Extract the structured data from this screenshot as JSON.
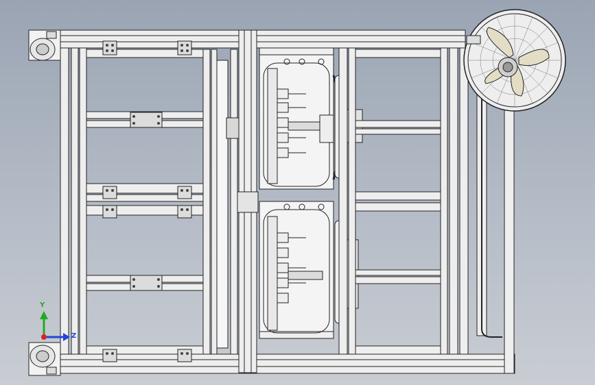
{
  "view": {
    "type": "cad-assembly-top-view",
    "background_top": "#9aa4b3",
    "background_bottom": "#c9cdd3",
    "line_color": "#222222",
    "profile_fill": "#eeeeee",
    "fan_blade_color": "#e4ddc6"
  },
  "triad": {
    "y_label": "Y",
    "z_label": "Z",
    "y_color": "#22aa22",
    "z_color": "#2244dd",
    "origin_color": "#dd2222"
  }
}
